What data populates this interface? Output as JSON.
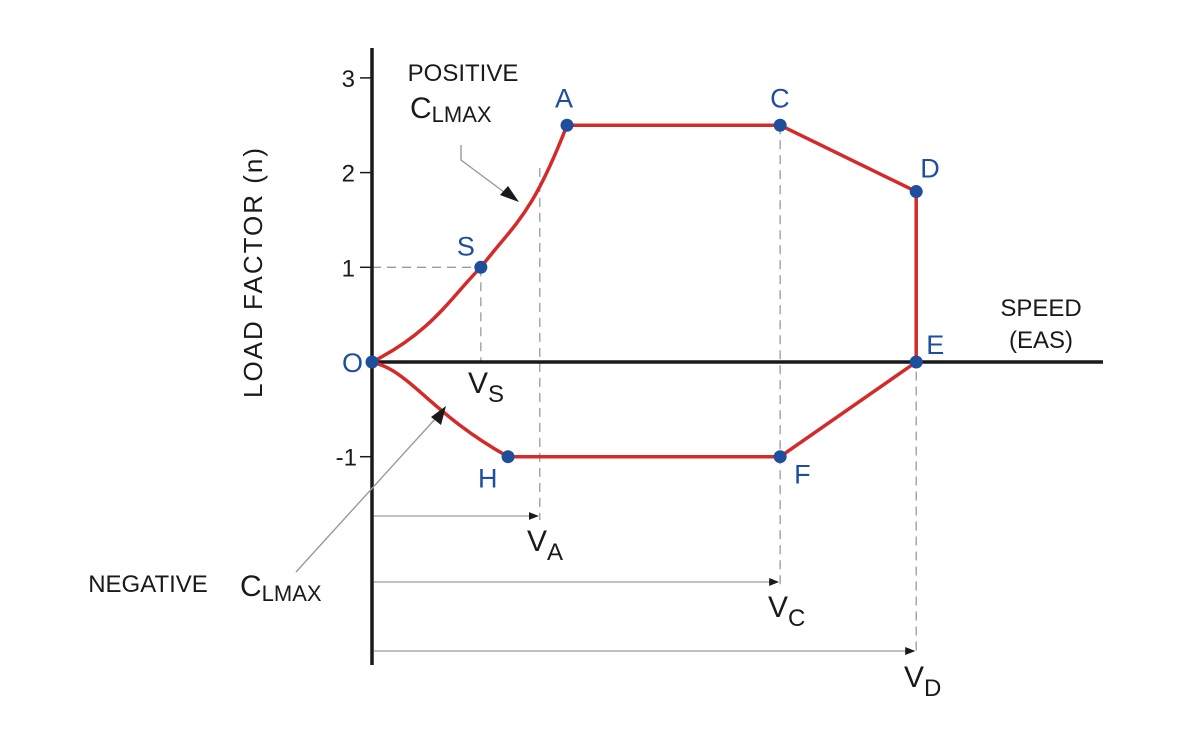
{
  "chart_data": {
    "type": "line",
    "title": "",
    "ylabel": "LOAD FACTOR (n)",
    "xlabel_lines": [
      "SPEED",
      "(EAS)"
    ],
    "y_ticks": [
      "3",
      "2",
      "1",
      "-1"
    ],
    "y_tick_values": [
      3,
      2,
      1,
      -1
    ],
    "ylim": [
      -3.2,
      3.3
    ],
    "grid": false,
    "colors": {
      "envelope": "#d42a2a",
      "points": "#1f4e9c",
      "axes": "#1a1a1a",
      "guides": "#999999"
    },
    "points": [
      {
        "label": "O",
        "x": 0,
        "y": 0
      },
      {
        "label": "S",
        "x": 1.2,
        "y": 1
      },
      {
        "label": "A",
        "x": 2.15,
        "y": 2.5
      },
      {
        "label": "C",
        "x": 4.5,
        "y": 2.5
      },
      {
        "label": "D",
        "x": 6.0,
        "y": 1.8
      },
      {
        "label": "E",
        "x": 6.0,
        "y": 0
      },
      {
        "label": "F",
        "x": 4.5,
        "y": -1
      },
      {
        "label": "H",
        "x": 1.5,
        "y": -1
      }
    ],
    "speed_markers": [
      {
        "main": "V",
        "sub": "S",
        "x": 1.2
      },
      {
        "main": "V",
        "sub": "A",
        "x": 1.85
      },
      {
        "main": "V",
        "sub": "C",
        "x": 4.5
      },
      {
        "main": "V",
        "sub": "D",
        "x": 6.0
      }
    ],
    "annotations": {
      "positive_top": "POSITIVE",
      "negative_top": "NEGATIVE",
      "clmax_main": "C",
      "clmax_sub": "LMAX"
    }
  }
}
